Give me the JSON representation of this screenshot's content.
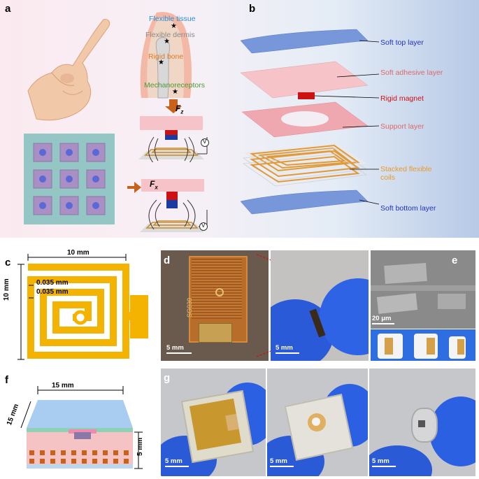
{
  "panels": {
    "a": "a",
    "b": "b",
    "c": "c",
    "d": "d",
    "e": "e",
    "f": "f",
    "g": "g"
  },
  "panel_a": {
    "labels": [
      "Flexible tissue",
      "Flexible dermis",
      "Rigid bone",
      "Mechanoreceptors"
    ],
    "colors": [
      "#2a8fd8",
      "#8a8a8a",
      "#e07a2a",
      "#4a9a3a"
    ],
    "force_z_symbol": "F",
    "force_z_sub": "z",
    "force_x_symbol": "F",
    "force_x_sub": "x",
    "meter": "V"
  },
  "panel_b": {
    "layers": [
      {
        "label": "Soft top layer",
        "color": "#2233bb"
      },
      {
        "label": "Soft adhesive layer",
        "color": "#d96a6a"
      },
      {
        "label": "Rigid magnet",
        "color": "#cc1111"
      },
      {
        "label": "Support layer",
        "color": "#d96a6a"
      },
      {
        "label": "Stacked flexible coils",
        "color": "#e89a2a"
      },
      {
        "label": "Soft bottom layer",
        "color": "#2233bb"
      }
    ]
  },
  "panel_c": {
    "width": "10 mm",
    "height": "10 mm",
    "line_width": "0.035 mm",
    "spacing": "0.035 mm"
  },
  "panel_d": {
    "scale_left": "5 mm",
    "scale_right": "5 mm",
    "chip_text": "SG030"
  },
  "panel_e": {
    "scale": "20 μm"
  },
  "panel_f": {
    "width": "15 mm",
    "depth": "15 mm",
    "height": "5 mm"
  },
  "panel_g": {
    "scales": [
      "5 mm",
      "5 mm",
      "5 mm"
    ]
  }
}
